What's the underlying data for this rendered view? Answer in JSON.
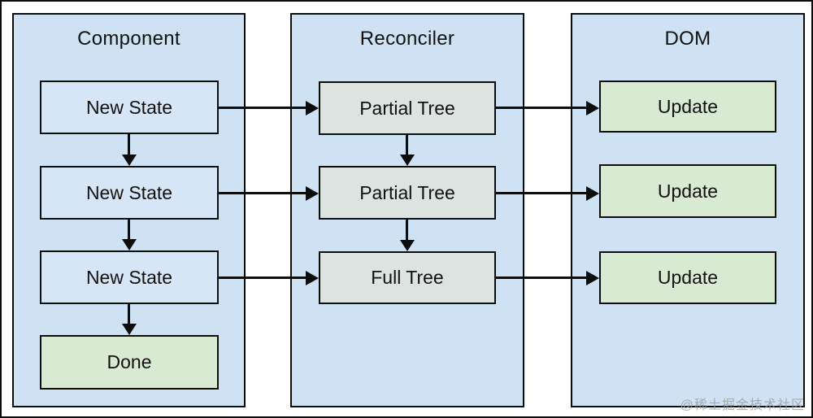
{
  "diagram": {
    "columns": [
      {
        "title": "Component",
        "boxes": [
          {
            "label": "New State"
          },
          {
            "label": "New State"
          },
          {
            "label": "New State"
          },
          {
            "label": "Done"
          }
        ]
      },
      {
        "title": "Reconciler",
        "boxes": [
          {
            "label": "Partial Tree"
          },
          {
            "label": "Partial Tree"
          },
          {
            "label": "Full Tree"
          }
        ]
      },
      {
        "title": "DOM",
        "boxes": [
          {
            "label": "Update"
          },
          {
            "label": "Update"
          },
          {
            "label": "Update"
          }
        ]
      }
    ]
  },
  "watermark": "@稀土掘金技术社区",
  "colors": {
    "panel": "#cfe2f3",
    "box_blue": "#d7e6f7",
    "box_gray": "#dde3e1",
    "box_green": "#d9ead3",
    "line": "#0d0d0d",
    "text": "#111111",
    "watermark": "#9e9e9e"
  }
}
